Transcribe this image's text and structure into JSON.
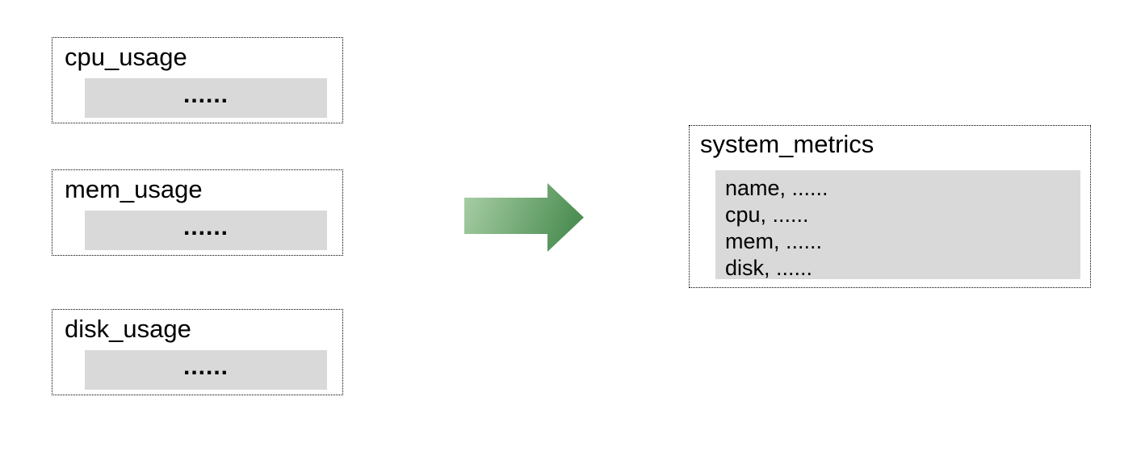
{
  "diagram": {
    "source_tables": [
      {
        "title": "cpu_usage",
        "placeholder": "......"
      },
      {
        "title": "mem_usage",
        "placeholder": "......"
      },
      {
        "title": "disk_usage",
        "placeholder": "......"
      }
    ],
    "result_table": {
      "title": "system_metrics",
      "rows": [
        "name, ......",
        "cpu, ......",
        "mem, ......",
        "disk, ......"
      ]
    },
    "arrow": {
      "direction": "right",
      "gradient_from": "#abd0a8",
      "gradient_to": "#4e8f54"
    },
    "colors": {
      "panel_fill": "#d9d9d9",
      "border": "#000000",
      "background": "#ffffff"
    }
  }
}
